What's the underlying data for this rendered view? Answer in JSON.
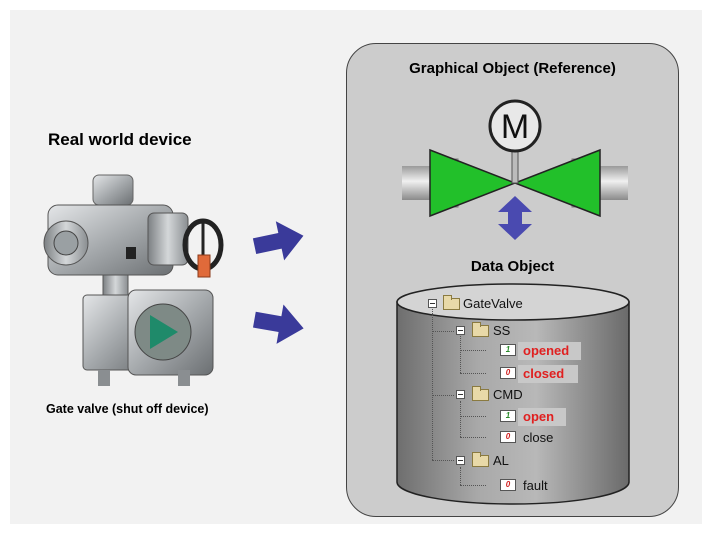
{
  "left": {
    "title": "Real world device",
    "caption": "Gate valve (shut off device)"
  },
  "right": {
    "title": "Graphical Object (Reference)",
    "data_title": "Data Object",
    "motor_letter": "M"
  },
  "tree": {
    "root": "GateValve",
    "groups": [
      {
        "name": "SS",
        "items": [
          {
            "label": "opened",
            "value": "1",
            "active": true
          },
          {
            "label": "closed",
            "value": "0",
            "active": true
          }
        ]
      },
      {
        "name": "CMD",
        "items": [
          {
            "label": "open",
            "value": "1",
            "active": true
          },
          {
            "label": "close",
            "value": "0",
            "active": false
          }
        ]
      },
      {
        "name": "AL",
        "items": [
          {
            "label": "fault",
            "value": "0",
            "active": false
          }
        ]
      }
    ]
  },
  "colors": {
    "arrow": "#3a3a9a",
    "valve": "#22c02a",
    "active_text": "#e02020",
    "panel": "#cccccc"
  }
}
